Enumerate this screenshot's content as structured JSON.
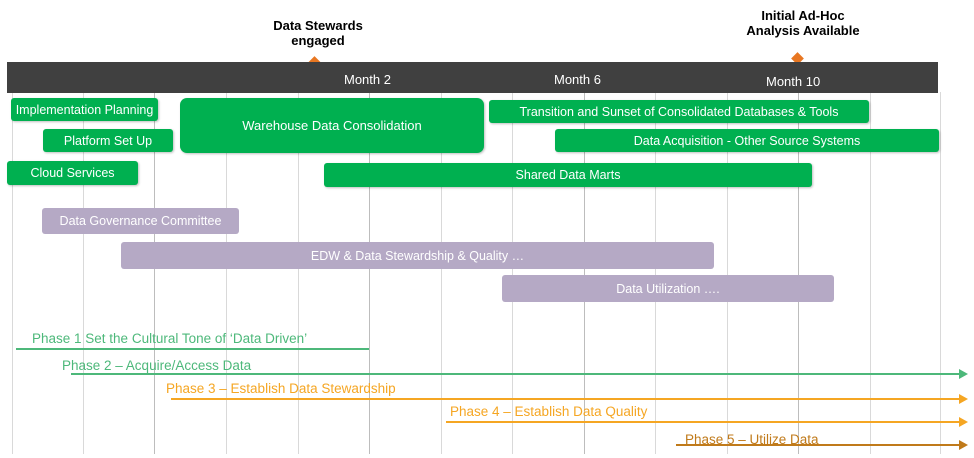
{
  "milestones": [
    {
      "label": "Data Stewards\nengaged"
    },
    {
      "label": "Initial Ad-Hoc\nAnalysis Available"
    }
  ],
  "timeline": {
    "months": [
      "Month 2",
      "Month 6",
      "Month 10"
    ]
  },
  "tasks": {
    "implementation_planning": "Implementation Planning",
    "platform_set_up": "Platform Set Up",
    "cloud_services": "Cloud Services",
    "warehouse_data_consolidation": "Warehouse Data Consolidation",
    "transition_sunset": "Transition and Sunset of Consolidated Databases & Tools",
    "data_acquisition": "Data Acquisition - Other Source Systems",
    "shared_data_marts": "Shared Data Marts",
    "data_governance_committee": "Data Governance Committee",
    "edw_stewardship_quality": "EDW & Data Stewardship & Quality …",
    "data_utilization": "Data Utilization …."
  },
  "phases": [
    {
      "label": "Phase 1 Set the Cultural Tone of ‘Data Driven’",
      "color": "#4db87a"
    },
    {
      "label": "Phase 2 – Acquire/Access Data",
      "color": "#4db87a"
    },
    {
      "label": "Phase 3 – Establish Data Stewardship",
      "color": "#f5a623"
    },
    {
      "label": "Phase 4 – Establish Data Quality",
      "color": "#f5a623"
    },
    {
      "label": "Phase 5 – Utilize Data",
      "color": "#c07a1a"
    }
  ],
  "colors": {
    "header_band": "#404040",
    "milestone_diamond": "#e87722",
    "task_green": "#00b050",
    "task_purple": "#b5a9c5"
  }
}
